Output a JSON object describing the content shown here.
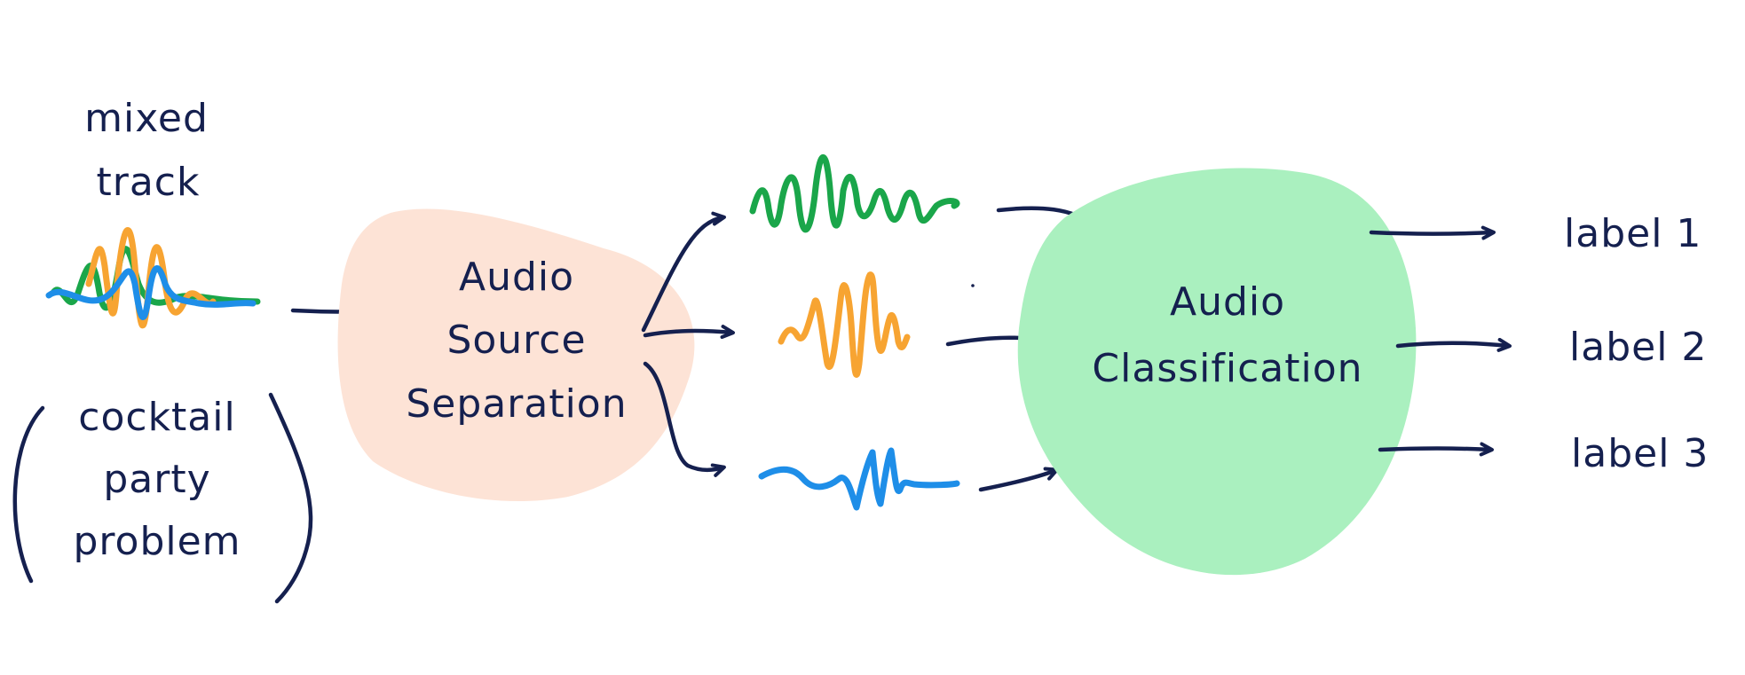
{
  "input": {
    "title_line1": "mixed",
    "title_line2": "track",
    "note_line1": "cocktail",
    "note_line2": "party",
    "note_line3": "problem"
  },
  "separation": {
    "line1": "Audio",
    "line2": "Source",
    "line3": "Separation",
    "color": "#fde3d6"
  },
  "classification": {
    "line1": "Audio",
    "line2": "Classification",
    "color": "#aaf0bf"
  },
  "labels": [
    "label 1",
    "label 2",
    "label 3"
  ],
  "colors": {
    "ink": "#15204f",
    "green_wave": "#1aa64a",
    "orange_wave": "#f7a432",
    "blue_wave": "#1e8ee8"
  }
}
